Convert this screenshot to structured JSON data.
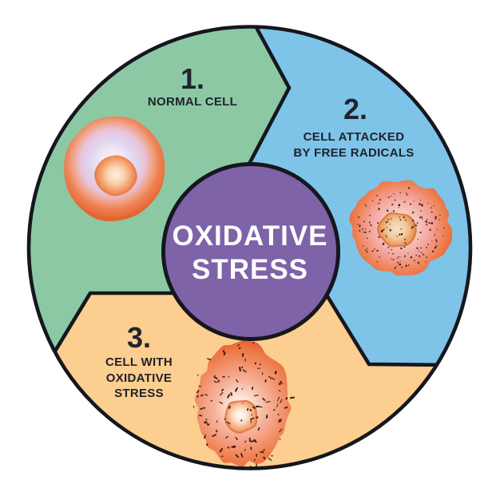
{
  "diagram": {
    "center_title": {
      "line1": "OXIDATIVE",
      "line2": "STRESS"
    },
    "sections": [
      {
        "number": "1.",
        "lines": [
          "NORMAL CELL",
          "",
          ""
        ]
      },
      {
        "number": "2.",
        "lines": [
          "CELL ATTACKED",
          "BY FREE RADICALS",
          ""
        ]
      },
      {
        "number": "3.",
        "lines": [
          "CELL WITH",
          "OXIDATIVE",
          "STRESS"
        ]
      }
    ],
    "colors": {
      "section1_fill": "#8CC8A4",
      "section2_fill": "#7EC4E9",
      "section3_fill": "#FCCE8F",
      "center_fill": "#7E63A8",
      "outline": "#15171E",
      "label_text": "#20232B",
      "center_text": "#FFFFFF",
      "cell_membrane_orange": "#ED7443"
    }
  }
}
